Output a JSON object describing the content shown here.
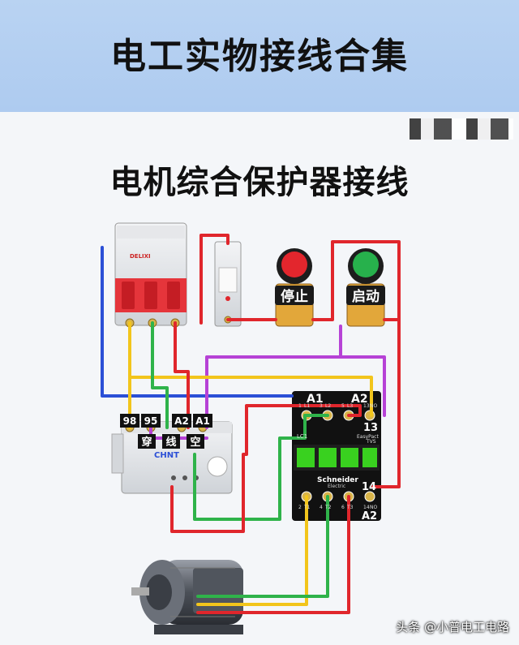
{
  "header": {
    "title": "电工实物接线合集"
  },
  "diagram": {
    "title": "电机综合保护器接线",
    "breaker_brand": "DELIXI",
    "stop_button_label": "停止",
    "start_button_label": "启动",
    "protector_terminals": [
      "98",
      "95",
      "A2",
      "A1"
    ],
    "protector_cable_labels": [
      "穿",
      "线",
      "空"
    ],
    "protector_brand": "CHNT",
    "contactor_terminals_top": [
      "A1",
      "A2"
    ],
    "contactor_small_top": [
      "1",
      "L1",
      "3",
      "L2",
      "5",
      "L3",
      "13",
      "NO"
    ],
    "contactor_label_13": "13",
    "contactor_model": "EasyPact\nTVS",
    "contactor_model_line1": "EasyPact",
    "contactor_model_line2": "TVS",
    "contactor_lc1": "LC1",
    "contactor_brand": "Schneider",
    "contactor_brand_sub": "Electric",
    "contactor_label_14": "14",
    "contactor_small_bottom": [
      "2",
      "T1",
      "4",
      "T2",
      "6",
      "T3",
      "14",
      "NO"
    ],
    "contactor_label_a2_bottom": "A2",
    "wire_colors": {
      "red": "#e0262c",
      "yellow": "#f2c51c",
      "green": "#2fb34a",
      "blue": "#2b4fd6",
      "purple": "#b642d6"
    }
  },
  "watermark": "头条 @小普电工电路"
}
